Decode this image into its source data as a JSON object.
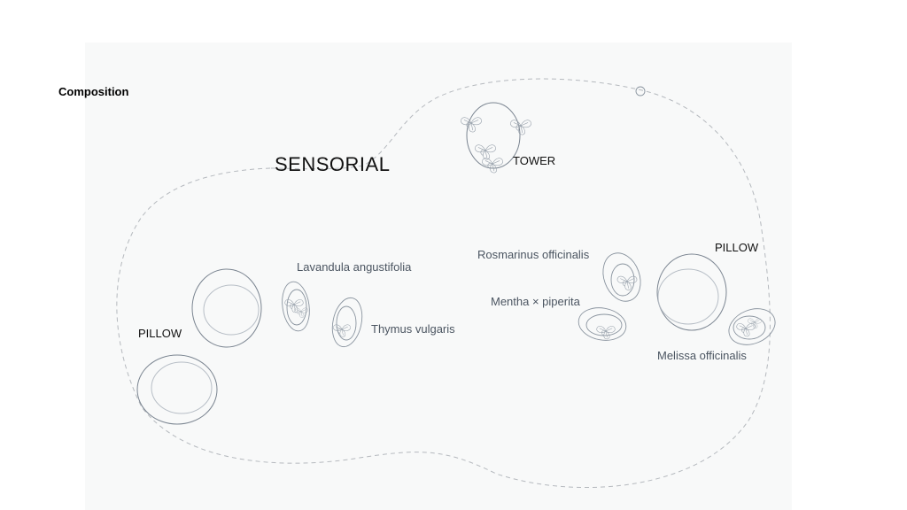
{
  "heading": "Composition",
  "title": "SENSORIAL",
  "labels": {
    "tower": "TOWER",
    "pillow_left": "PILLOW",
    "pillow_right": "PILLOW",
    "lavandula": "Lavandula angustifolia",
    "thymus": "Thymus vulgaris",
    "rosmarinus": "Rosmarinus officinalis",
    "mentha": "Mentha × piperita",
    "melissa": "Melissa officinalis"
  },
  "colors": {
    "panel_background": "#f8f9f9",
    "dark_text": "#111111",
    "grey_text": "#4b5561",
    "outline": "#7b8591",
    "dashed_boundary": "#b5b9be"
  }
}
